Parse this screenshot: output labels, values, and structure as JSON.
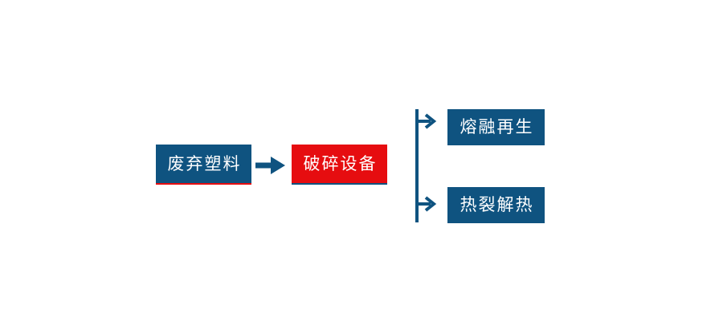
{
  "flowchart": {
    "source": {
      "label": "废弃塑料"
    },
    "process": {
      "label": "破碎设备"
    },
    "outputs": [
      {
        "label": "熔融再生"
      },
      {
        "label": "热裂解热"
      }
    ],
    "icons": {
      "main_arrow": "right-arrow",
      "branch_arrow_top": "right-arrow",
      "branch_arrow_bottom": "right-arrow"
    }
  },
  "colors": {
    "node_blue": "#0f5380",
    "node_red": "#e60d10",
    "label_text": "#ffffff",
    "background": "#ffffff"
  }
}
